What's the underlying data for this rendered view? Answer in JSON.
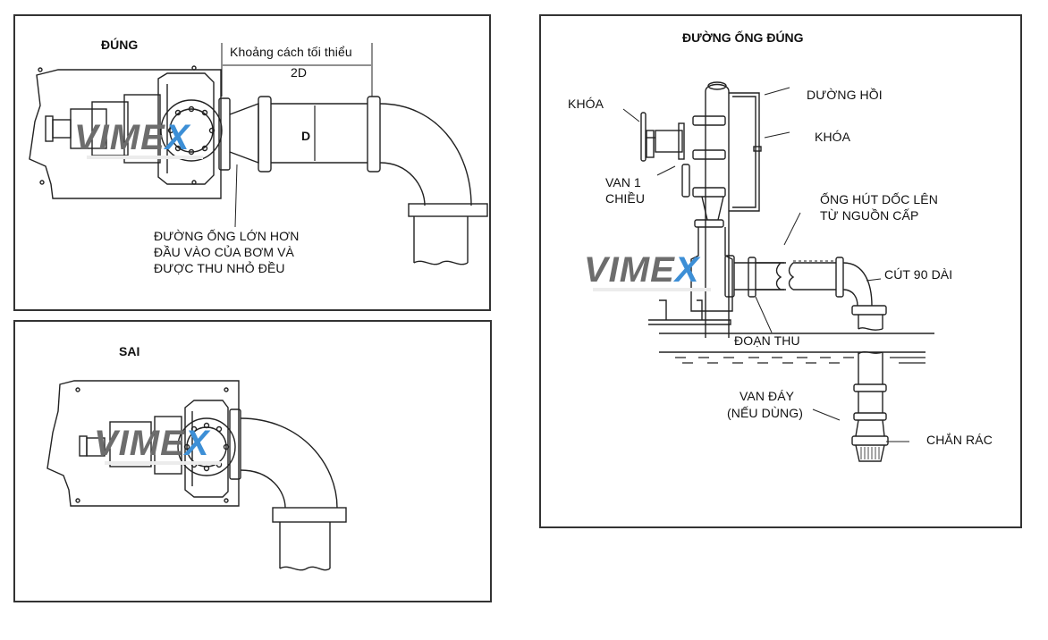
{
  "panels": {
    "correct": {
      "title": "ĐÚNG",
      "min_distance_label": "Khoảng cách tối thiểu",
      "distance_value": "2D",
      "diameter_label": "D",
      "reducer_note": [
        "ĐƯỜNG ỐNG LỚN HƠN",
        "ĐẦU VÀO CỦA BƠM VÀ",
        "ĐƯỢC THU NHỎ ĐỀU"
      ]
    },
    "wrong": {
      "title": "SAI"
    },
    "correct_piping": {
      "title": "ĐƯỜNG ỐNG ĐÚNG",
      "labels": {
        "valve_left": "KHÓA",
        "bypass_line": "DƯỜNG HỒI",
        "valve_right": "KHÓA",
        "check_valve": [
          "VAN 1",
          "CHIỀU"
        ],
        "suction_slope": [
          "ỐNG HÚT DỐC LÊN",
          "TỪ NGUỒN CẤP"
        ],
        "long_elbow": "CÚT 90 DÀI",
        "reducer": "ĐOẠN THU",
        "foot_valve": [
          "VAN ĐÁY",
          "(NẾU DÙNG)"
        ],
        "strainer": "CHẮN RÁC"
      }
    }
  },
  "watermark": {
    "text_main": "VIME",
    "text_accent": "X",
    "accent_color": "#3d8fd6",
    "main_color": "#6d6d6d"
  }
}
